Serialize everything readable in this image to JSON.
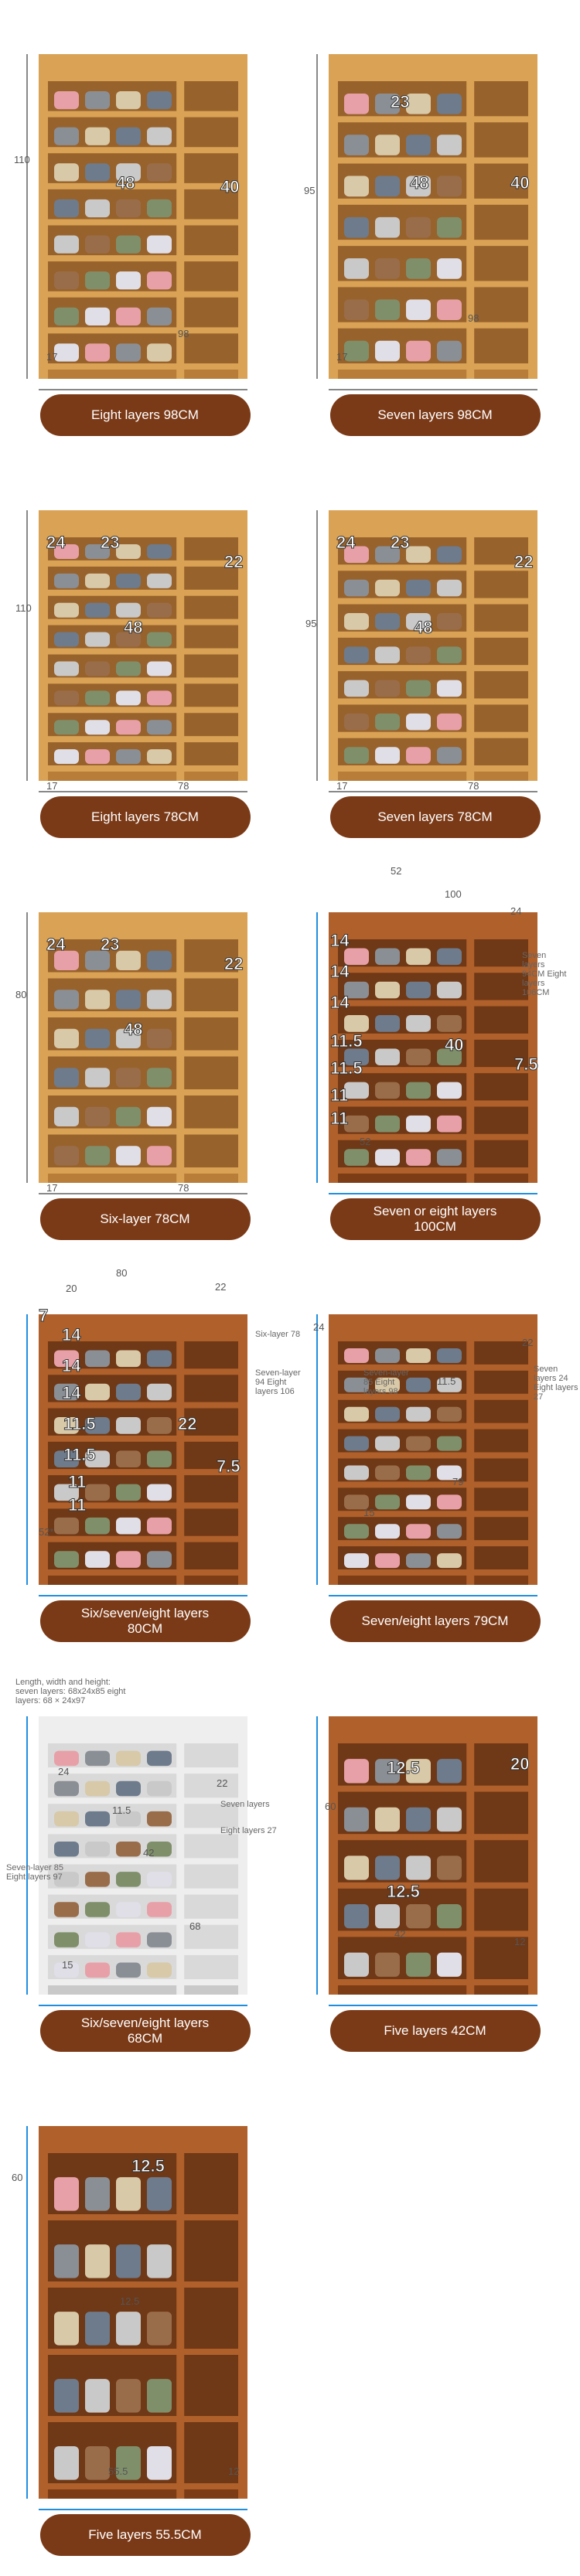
{
  "colors": {
    "pill": "#7b3a17",
    "light_wood": "#d9a255",
    "dark_wood": "#b0602a",
    "white": "#eeeeee",
    "arrow": "#1f8ee0"
  },
  "panels": [
    {
      "title": "Eight layers 98CM",
      "layers": 8,
      "wood": "light",
      "labels": [
        "110",
        "17",
        "98",
        "48",
        "40"
      ]
    },
    {
      "title": "Seven layers 98CM",
      "layers": 7,
      "wood": "light",
      "labels": [
        "95",
        "17",
        "98",
        "23",
        "48",
        "40"
      ]
    },
    {
      "title": "Eight layers 78CM",
      "layers": 8,
      "wood": "light",
      "labels": [
        "110",
        "17",
        "78",
        "24",
        "23",
        "48",
        "22"
      ]
    },
    {
      "title": "Seven layers 78CM",
      "layers": 7,
      "wood": "light",
      "labels": [
        "95",
        "17",
        "78",
        "24",
        "23",
        "48",
        "22"
      ]
    },
    {
      "title": "Six-layer 78CM",
      "layers": 6,
      "wood": "light",
      "labels": [
        "80",
        "17",
        "78",
        "24",
        "23",
        "48",
        "22"
      ]
    },
    {
      "title": "Seven or eight layers 100CM",
      "layers": 7,
      "wood": "dark",
      "labels": [
        "52",
        "100",
        "24",
        "14",
        "14",
        "14",
        "11.5",
        "11.5",
        "11",
        "11",
        "40",
        "7.5",
        "52",
        "Seven layers 94CM Eight layers 106CM"
      ]
    },
    {
      "title": "Six/seven/eight layers 80CM",
      "layers": 7,
      "wood": "dark",
      "labels": [
        "80",
        "20",
        "22",
        "7",
        "14",
        "14",
        "14",
        "11.5",
        "11.5",
        "11",
        "11",
        "22",
        "7.5",
        "52*",
        "Six-layer 78",
        "Seven-layer 94 Eight layers 106"
      ]
    },
    {
      "title": "Seven/eight layers 79CM",
      "layers": 8,
      "wood": "dark",
      "labels": [
        "24",
        "22",
        "Seven layers 24 Eight layers 27",
        "11.5",
        "79",
        "15",
        "Seven-layer 85 Eight layers 98"
      ]
    },
    {
      "title": "Six/seven/eight layers 68CM",
      "layers": 8,
      "wood": "white",
      "labels": [
        "Length, width and height: seven layers: 68x24x85 eight layers: 68 × 24x97",
        "24",
        "22",
        "11.5",
        "Seven layers",
        "Eight layers 27",
        "42",
        "Seven-layer 85 Eight layers 97",
        "68",
        "15"
      ]
    },
    {
      "title": "Five layers 42CM",
      "layers": 5,
      "wood": "dark",
      "labels": [
        "60",
        "12.5",
        "12.5",
        "20",
        "42",
        "12"
      ]
    },
    {
      "title": "Five layers 55.5CM",
      "layers": 5,
      "wood": "dark",
      "labels": [
        "60",
        "12.5",
        "12.5",
        "55.5",
        "12"
      ]
    }
  ]
}
